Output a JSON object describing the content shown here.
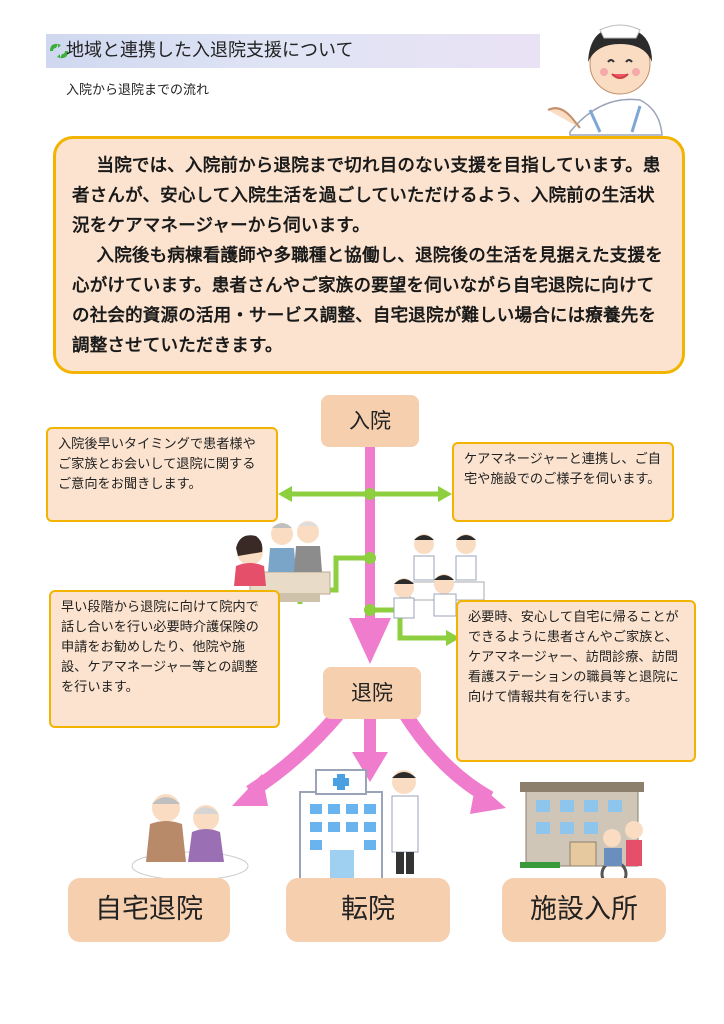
{
  "header": {
    "title": "地域と連携した入退院支援について",
    "subtitle": "入院から退院までの流れ"
  },
  "intro": {
    "paragraph1": "当院では、入院前から退院まで切れ目のない支援を目指しています。患者さんが、安心して入院生活を過ごしていただけるよう、入院前の生活状況をケアマネージャーから伺います。",
    "paragraph2": "入院後も病棟看護師や多職種と協働し、退院後の生活を見据えた支援を心がけています。患者さんやご家族の要望を伺いながら自宅退院に向けての社会的資源の活用・サービス調整、自宅退院が難しい場合には療養先を調整させていただきます。"
  },
  "flow": {
    "admission": "入院",
    "discharge": "退院",
    "note_top_left": "入院後早いタイミングで患者様やご家族とお会いして退院に関するご意向をお聞きします。",
    "note_top_right": "ケアマネージャーと連携し、ご自宅や施設でのご様子を伺います。",
    "note_mid_left": "早い段階から退院に向けて院内で話し合いを行い必要時介護保険の申請をお勧めしたり、他院や施設、ケアマネージャー等との調整を行います。",
    "note_mid_right": "必要時、安心して自宅に帰ることができるように患者さんやご家族と、ケアマネージャー、訪問診療、訪問看護ステーションの職員等と退院に向けて情報共有を行います。"
  },
  "destinations": {
    "home": "自宅退院",
    "transfer": "転院",
    "facility": "施設入所"
  },
  "colors": {
    "accent_orange": "#f2b400",
    "box_fill": "#fbe3cf",
    "flow_box": "#f6cfae",
    "arrow_pink": "#f07ccd",
    "connector_green": "#8dcf3f"
  }
}
